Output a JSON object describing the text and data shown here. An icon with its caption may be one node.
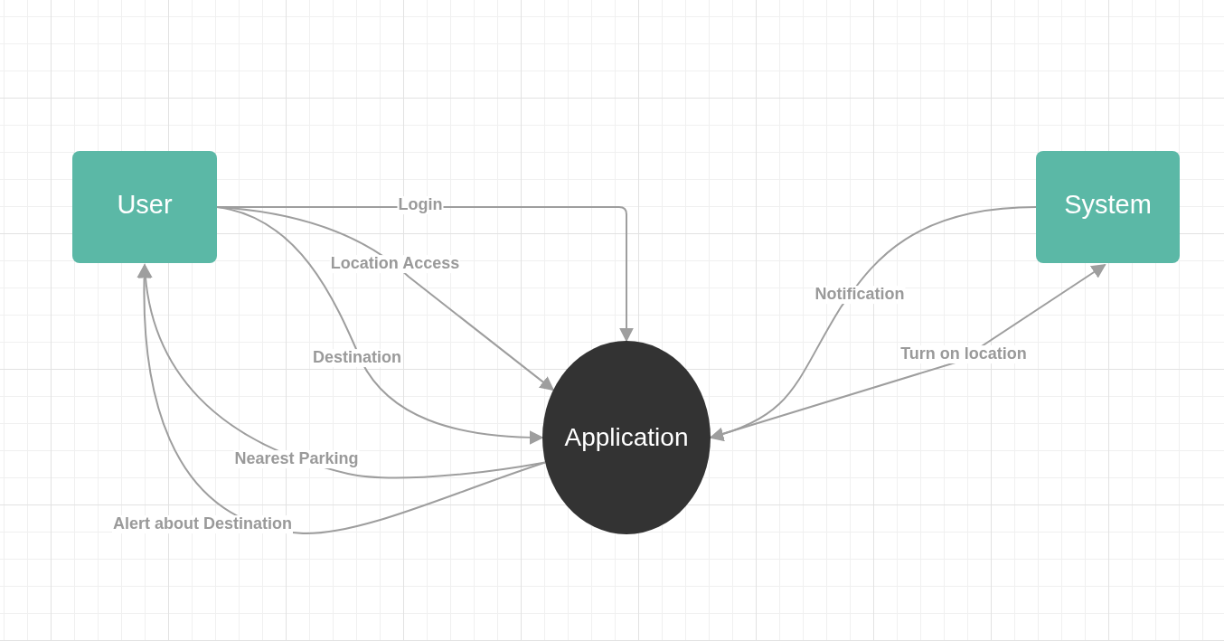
{
  "diagram": {
    "nodes": [
      {
        "text": [
          "User"
        ]
      },
      {
        "text": [
          "System"
        ]
      },
      {
        "text": [
          "Application"
        ]
      }
    ],
    "edges": [
      {
        "from": 0,
        "to": 2,
        "arrow": "to",
        "label": "Login"
      },
      {
        "from": 0,
        "to": 2,
        "arrow": "to",
        "label": "Location Access"
      },
      {
        "from": 0,
        "to": 2,
        "arrow": "to",
        "label": "Destination"
      },
      {
        "from": 2,
        "to": 0,
        "arrow": "to",
        "label": "Nearest Parking"
      },
      {
        "from": 2,
        "to": 0,
        "arrow": "to",
        "label": "Alert about Destination"
      },
      {
        "from": 1,
        "to": 2,
        "arrow": "to",
        "label": "Notification"
      },
      {
        "from": 2,
        "to": 1,
        "arrow": "to",
        "label": "Turn on location"
      }
    ]
  }
}
